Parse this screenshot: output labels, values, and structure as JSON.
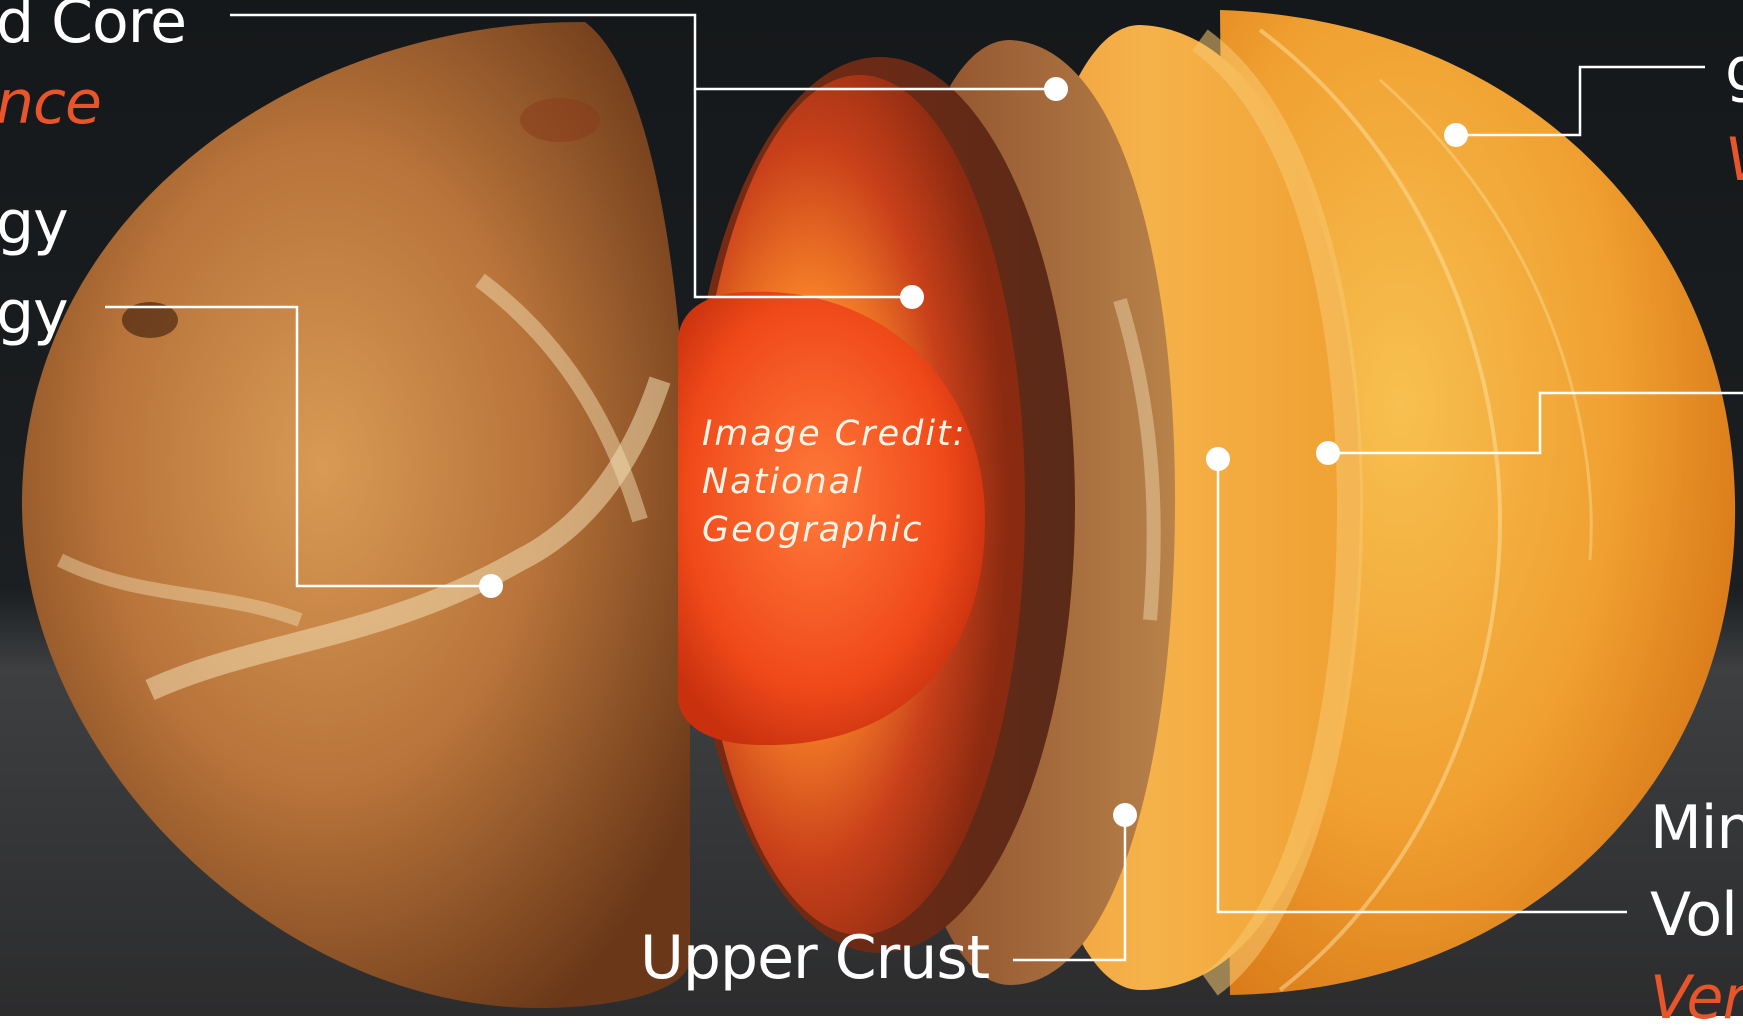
{
  "labels": {
    "core": "d Core",
    "core_sub": "nce",
    "left_line1": "gy",
    "left_line2": "gy",
    "right_top": "g",
    "right_top_sub": "V",
    "right_mid": "Min",
    "right_mid2": "Vol",
    "right_bottom": "Ver",
    "upper_crust": "Upper Crust"
  },
  "credit": {
    "line1": "Image Credit:",
    "line2": "National",
    "line3": "Geographic"
  },
  "colors": {
    "background_top": "#141617",
    "ground": "#3a3a3a",
    "label_text": "#ffffff",
    "accent_text": "#e8552a",
    "leader_line": "#ffffff",
    "core": "#f04a1a",
    "mantle": "#9a3a1a",
    "crust": "#a86a3a",
    "outer_layer": "#f0a030",
    "surface": "#c8823c"
  }
}
